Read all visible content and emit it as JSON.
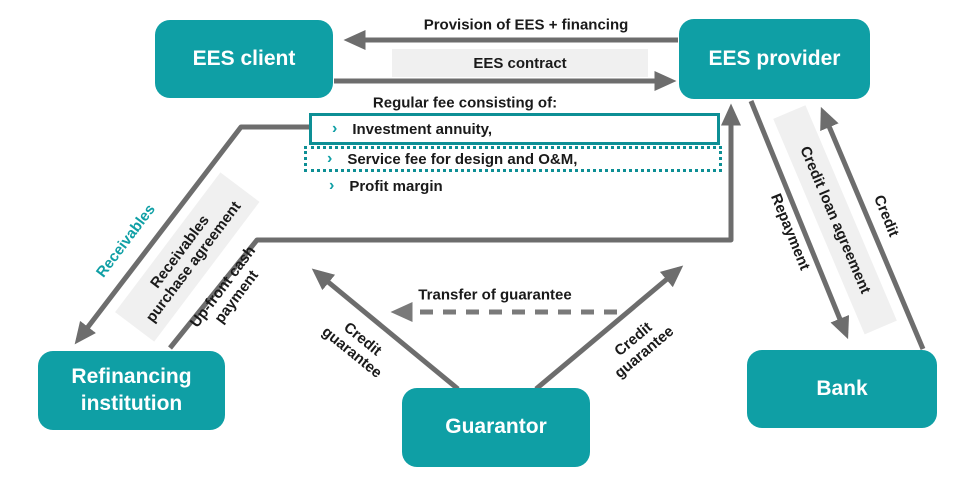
{
  "colors": {
    "node_teal": "#0f9fa5",
    "fee_border_teal": "#0d8f95",
    "arrow_gray": "#6d6d6d",
    "dashed_arrow_gray": "#7a7a7a",
    "label_badge_bg": "#f0f0f0",
    "text_dark": "#1a1a1a",
    "node_text": "#ffffff"
  },
  "nodes": {
    "ees_client": "EES client",
    "ees_provider": "EES provider",
    "refinancing_institution": "Refinancing institution",
    "guarantor": "Guarantor",
    "bank": "Bank"
  },
  "labels": {
    "provision": "Provision of EES + financing",
    "ees_contract": "EES contract",
    "regular_fee_title": "Regular fee consisting of:",
    "fee_items": [
      {
        "bullet": "›",
        "text": "Investment annuity,"
      },
      {
        "bullet": "›",
        "text": "Service fee for design and O&M,"
      },
      {
        "bullet": "›",
        "text": "Profit margin"
      }
    ],
    "receivables": "Receivables",
    "receivables_purchase_agreement": [
      "Receivables",
      "purchase agreement"
    ],
    "upfront_cash_payment": [
      "Up-front cash",
      "payment"
    ],
    "credit_loan_agreement": "Credit loan agreement",
    "repayment": "Repayment",
    "credit": "Credit",
    "credit_guarantee_left": [
      "Credit",
      "guarantee"
    ],
    "credit_guarantee_right": [
      "Credit",
      "guarantee"
    ],
    "transfer_of_guarantee": "Transfer of guarantee"
  }
}
